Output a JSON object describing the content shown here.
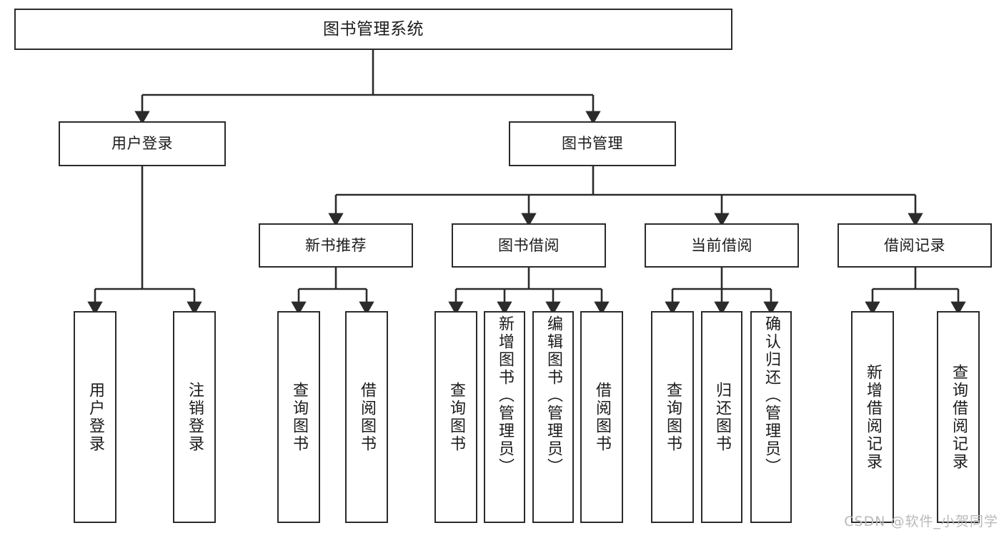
{
  "diagram": {
    "title": "图书管理系统",
    "type": "tree",
    "root": {
      "label": "图书管理系统"
    },
    "level2": [
      {
        "label": "用户登录"
      },
      {
        "label": "图书管理"
      }
    ],
    "level3": [
      {
        "label": "新书推荐"
      },
      {
        "label": "图书借阅"
      },
      {
        "label": "当前借阅"
      },
      {
        "label": "借阅记录"
      }
    ],
    "groups": [
      {
        "parent": "用户登录",
        "leaves": [
          {
            "label": "用户登录"
          },
          {
            "label": "注销登录"
          }
        ]
      },
      {
        "parent": "新书推荐",
        "leaves": [
          {
            "label": "查询图书"
          },
          {
            "label": "借阅图书"
          }
        ]
      },
      {
        "parent": "图书借阅",
        "leaves": [
          {
            "label": "查询图书"
          },
          {
            "label": "新增图书（管理员）"
          },
          {
            "label": "编辑图书（管理员）"
          },
          {
            "label": "借阅图书"
          }
        ]
      },
      {
        "parent": "当前借阅",
        "leaves": [
          {
            "label": "查询图书"
          },
          {
            "label": "归还图书"
          },
          {
            "label": "确认归还（管理员）"
          }
        ]
      },
      {
        "parent": "借阅记录",
        "leaves": [
          {
            "label": "新增借阅记录"
          },
          {
            "label": "查询借阅记录"
          }
        ]
      }
    ]
  },
  "watermark": {
    "text": "CSDN @软件_小贺同学"
  },
  "colors": {
    "stroke": "#2b2b2b",
    "fill": "#ffffff",
    "text": "#1b1b1b",
    "watermark": "#b9b9b9"
  }
}
